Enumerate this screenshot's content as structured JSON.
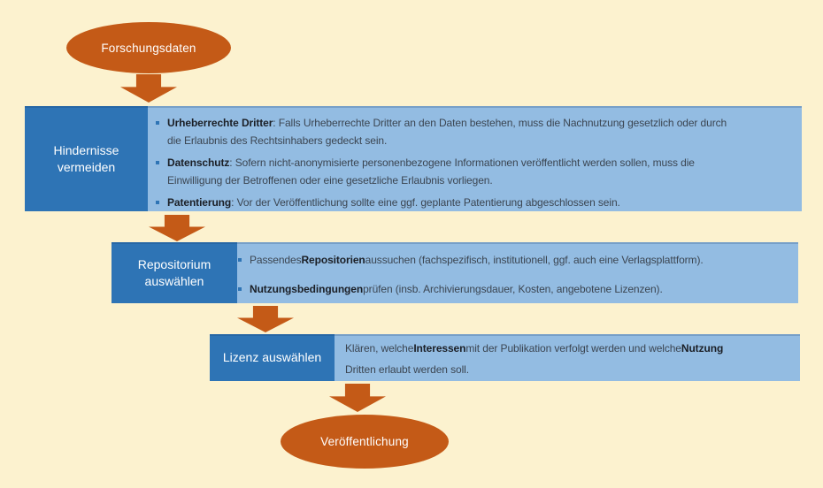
{
  "diagram": {
    "background_color": "#FCF2CF",
    "colors": {
      "node_orange": "#C45A17",
      "header_blue": "#2E74B5",
      "panel_blue": "#93BCE2",
      "bullet_square_blue": "#2E74B5",
      "body_text": "#3B4551",
      "bold_text": "#1B1F26",
      "header_text": "#FFFFFF"
    },
    "start": {
      "label": "Forschungsdaten"
    },
    "end": {
      "label": "Veröffentlichung"
    },
    "boxes": [
      {
        "header": "Hindernisse vermeiden",
        "items": [
          {
            "marker": true,
            "lines": [
              [
                {
                  "t": "Urheberrechte Dritter",
                  "b": true
                },
                {
                  "t": ": Falls Urheberrechte Dritter an den Daten bestehen, muss die Nachnutzung gesetzlich oder durch",
                  "b": false
                }
              ],
              [
                {
                  "t": "die Erlaubnis des Rechtsinhabers gedeckt sein.",
                  "b": false
                }
              ]
            ]
          },
          {
            "marker": true,
            "lines": [
              [
                {
                  "t": "Datenschutz",
                  "b": true
                },
                {
                  "t": ": Sofern nicht-anonymisierte personenbezogene Informationen veröffentlicht werden sollen, muss die",
                  "b": false
                }
              ],
              [
                {
                  "t": "Einwilligung der Betroffenen oder eine gesetzliche Erlaubnis vorliegen.",
                  "b": false
                }
              ]
            ]
          },
          {
            "marker": true,
            "lines": [
              [
                {
                  "t": "Patentierung",
                  "b": true
                },
                {
                  "t": ": Vor der Veröffentlichung sollte eine ggf. geplante Patentierung abgeschlossen sein.",
                  "b": false
                }
              ]
            ]
          }
        ]
      },
      {
        "header": "Repositorium auswählen",
        "items": [
          {
            "marker": true,
            "lines": [
              [
                {
                  "t": "Passendes ",
                  "b": false
                },
                {
                  "t": "Repositorien",
                  "b": true
                },
                {
                  "t": " aussuchen (fachspezifisch, institutionell, ggf. auch eine Verlagsplattform).",
                  "b": false
                }
              ]
            ]
          },
          {
            "marker": true,
            "lines": [
              [
                {
                  "t": "Nutzungsbedingungen",
                  "b": true
                },
                {
                  "t": " prüfen (insb. Archivierungsdauer, Kosten, angebotene Lizenzen).",
                  "b": false
                }
              ]
            ]
          }
        ]
      },
      {
        "header": "Lizenz auswählen",
        "items": [
          {
            "marker": false,
            "lines": [
              [
                {
                  "t": "Klären, welche ",
                  "b": false
                },
                {
                  "t": "Interessen",
                  "b": true
                },
                {
                  "t": " mit der Publikation verfolgt werden und welche ",
                  "b": false
                },
                {
                  "t": "Nutzung",
                  "b": true
                }
              ],
              [
                {
                  "t": "Dritten erlaubt werden soll.",
                  "b": false
                }
              ]
            ]
          }
        ]
      }
    ]
  }
}
